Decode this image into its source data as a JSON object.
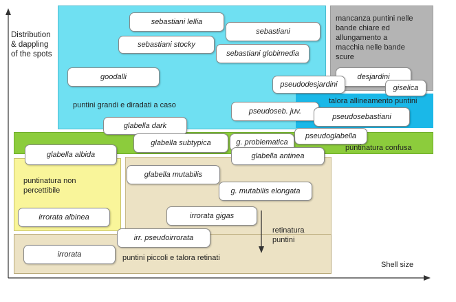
{
  "axes": {
    "y_label_lines": [
      "Distribution",
      "& dappling",
      "of the spots"
    ],
    "x_label": "Shell size"
  },
  "zones": {
    "cyan": {
      "text": "puntini grandi e diradati a caso",
      "color": "#6fe0f2"
    },
    "gray": {
      "text_lines": [
        "mancanza puntini nelle",
        "bande chiare ed",
        "allungamento a",
        "macchia nelle bande",
        "scure"
      ],
      "color": "#b4b4b4"
    },
    "blue": {
      "text": "talora allineamento puntini",
      "color": "#1ab8e8"
    },
    "green": {
      "text": "puntinatura confusa",
      "color": "#8ccc3c"
    },
    "yellow": {
      "text_lines": [
        "puntinatura non",
        "percettibile"
      ],
      "color": "#f9f59a"
    },
    "tan": {
      "text_lines": [
        "retinatura",
        "puntini"
      ],
      "color": "#ece2c4"
    },
    "bottom": {
      "text": "puntini piccoli e talora retinati",
      "color": "#ece2c4"
    }
  },
  "species": {
    "sebastiani_lellia": "sebastiani lellia",
    "sebastiani": "sebastiani",
    "sebastiani_stocky": "sebastiani stocky",
    "sebastiani_globimedia": "sebastiani globimedia",
    "goodalli": "goodalli",
    "desjardini": "desjardini",
    "pseudodesjardini": "pseudodesjardini",
    "giselica": "giselica",
    "pseudoseb_juv": "pseudoseb. juv.",
    "pseudosebastiani": "pseudosebastiani",
    "glabella_dark": "glabella dark",
    "pseudoglabella": "pseudoglabella",
    "glabella_subtypica": "glabella subtypica",
    "g_problematica": "g. problematica",
    "glabella_antinea": "glabella antinea",
    "glabella_albida": "glabella albida",
    "glabella_mutabilis": "glabella mutabilis",
    "g_mutabilis_elongata": "g. mutabilis elongata",
    "irrorata_gigas": "irrorata gigas",
    "irrorata_albinea": "irrorata albinea",
    "irr_pseudoirrorata": "irr. pseudoirrorata",
    "irrorata": "irrorata"
  }
}
